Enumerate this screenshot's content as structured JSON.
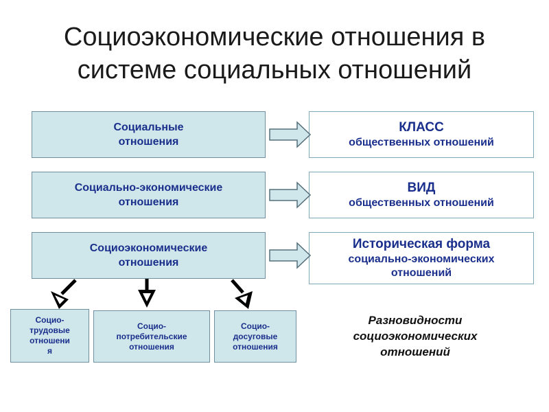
{
  "title": {
    "line1": "Социоэкономические отношения в",
    "line2": "системе социальных отношений"
  },
  "left_boxes": [
    {
      "line1": "Социальные",
      "line2": "отношения"
    },
    {
      "line1": "Социально-экономические",
      "line2": "отношения"
    },
    {
      "line1": "Социоэкономические",
      "line2": "отношения"
    }
  ],
  "right_boxes": [
    {
      "line1": "КЛАСС",
      "line2": "общественных отношений"
    },
    {
      "line1": "ВИД",
      "line2": "общественных отношений"
    },
    {
      "line1": "Историческая форма",
      "line2": "социально-экономических",
      "line3": "отношений"
    }
  ],
  "sub_boxes": [
    {
      "lines": [
        "Социо-",
        "трудовые",
        "отношени",
        "я"
      ]
    },
    {
      "lines": [
        "Социо-",
        "потребительские",
        "отношения"
      ]
    },
    {
      "lines": [
        "Социо-",
        "досуговые",
        "отношения"
      ]
    }
  ],
  "caption": {
    "line1": "Разновидности",
    "line2": "социоэкономических",
    "line3": "отношений"
  },
  "colors": {
    "box_fill": "#cfe6ea",
    "text": "#1a2f8c",
    "arrow_fill": "#cfe6ea"
  }
}
